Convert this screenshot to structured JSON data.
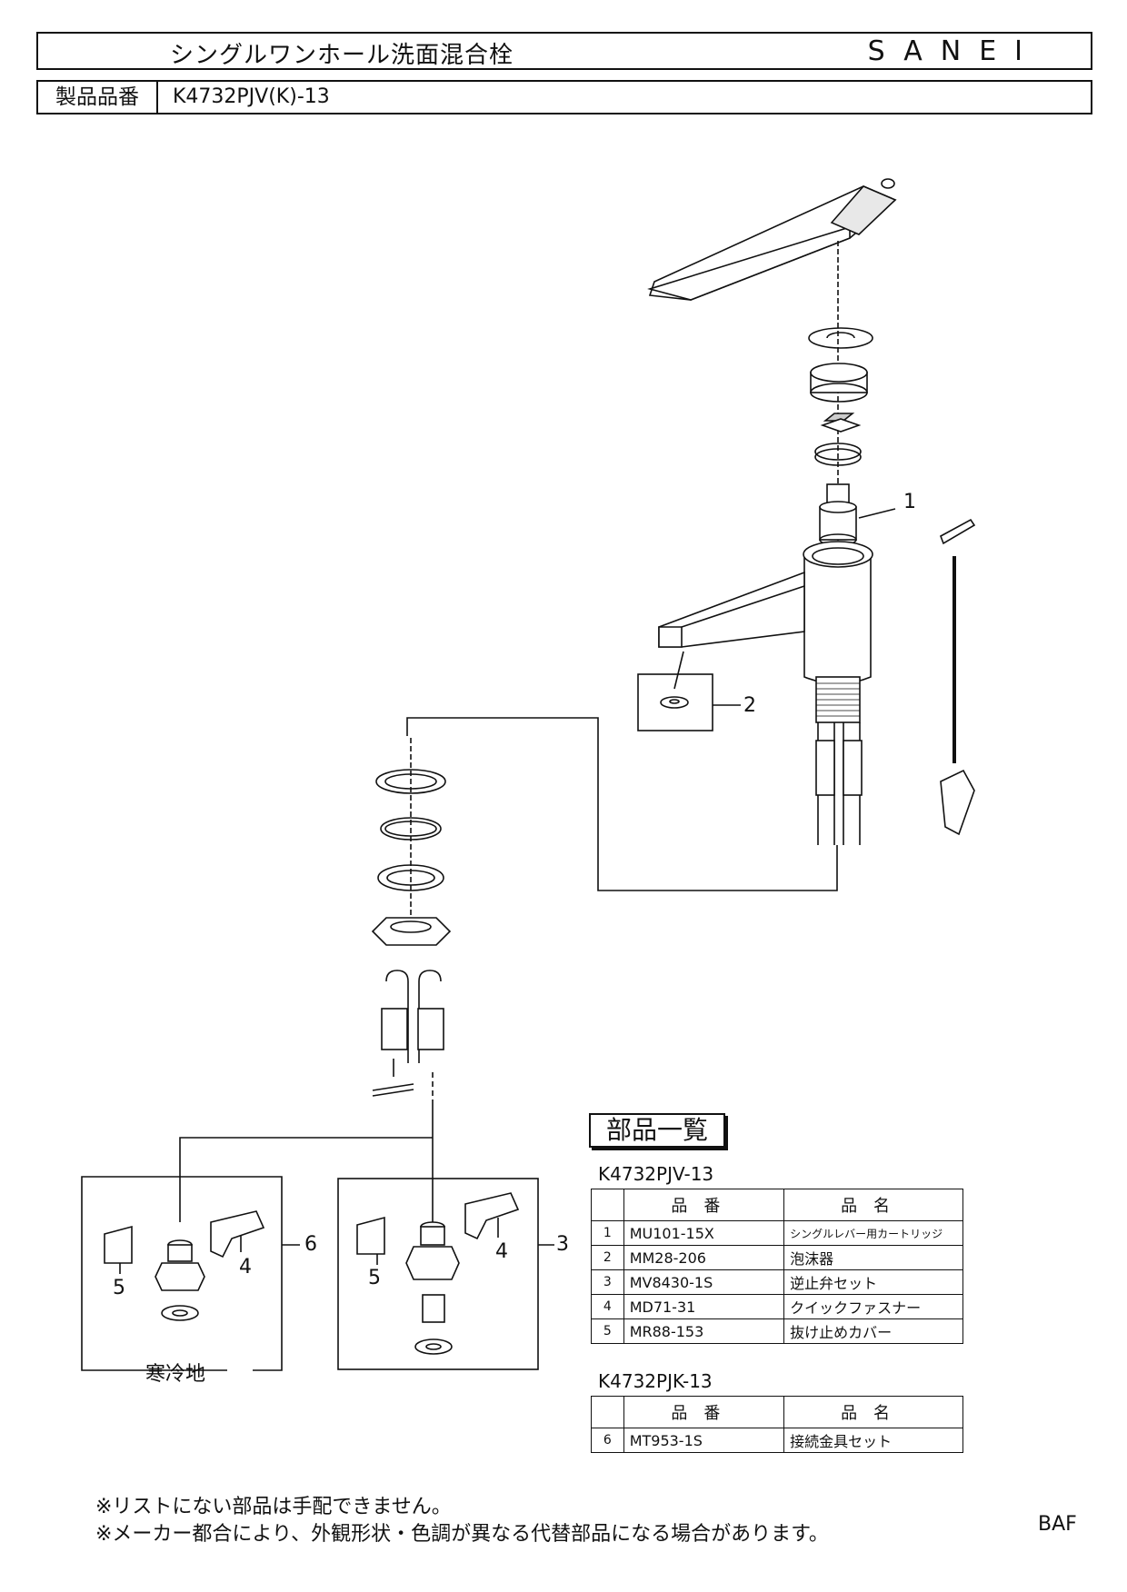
{
  "header": {
    "title": "シングルワンホール洗面混合栓",
    "brand": "SANEI",
    "product_label": "製品品番",
    "product_number": "K4732PJV(K)-13"
  },
  "callouts": {
    "c1": "1",
    "c2": "2",
    "c3": "3",
    "c4a": "4",
    "c4b": "4",
    "c5a": "5",
    "c5b": "5",
    "c6": "6",
    "cold_region": "寒冷地"
  },
  "parts_list": {
    "title": "部品一覧",
    "tables": [
      {
        "model": "K4732PJV-13",
        "headers": [
          "品番",
          "品名"
        ],
        "rows": [
          {
            "no": "1",
            "code": "MU101-15X",
            "name": "シングルレバー用カートリッジ"
          },
          {
            "no": "2",
            "code": "MM28-206",
            "name": "泡沫器"
          },
          {
            "no": "3",
            "code": "MV8430-1S",
            "name": "逆止弁セット"
          },
          {
            "no": "4",
            "code": "MD71-31",
            "name": "クイックファスナー"
          },
          {
            "no": "5",
            "code": "MR88-153",
            "name": "抜け止めカバー"
          }
        ]
      },
      {
        "model": "K4732PJK-13",
        "headers": [
          "品番",
          "品名"
        ],
        "rows": [
          {
            "no": "6",
            "code": "MT953-1S",
            "name": "接続金具セット"
          }
        ]
      }
    ]
  },
  "notes": [
    "※リストにない部品は手配できません。",
    "※メーカー都合により、外観形状・色調が異なる代替部品になる場合があります。"
  ],
  "doc_code": "BAF"
}
